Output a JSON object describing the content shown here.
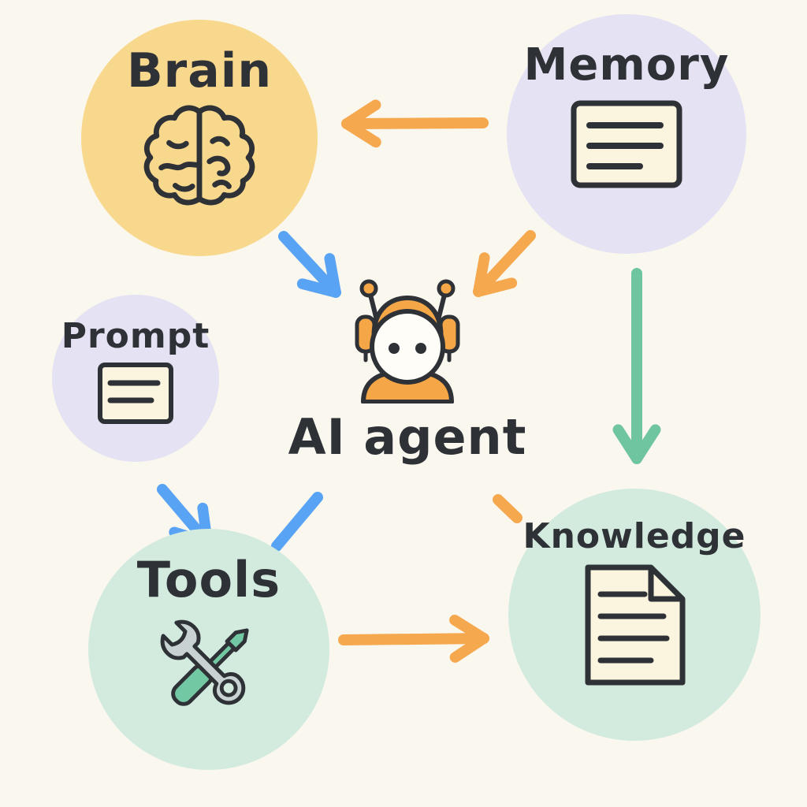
{
  "diagram": {
    "center_label": "AI agent",
    "nodes": {
      "brain": {
        "label": "Brain",
        "shape": "circle",
        "fill": "yellow",
        "icon": "brain-icon"
      },
      "memory": {
        "label": "Memory",
        "shape": "circle",
        "fill": "lavender",
        "icon": "memory-card-icon"
      },
      "prompt": {
        "label": "Prompt",
        "shape": "circle",
        "fill": "lavender",
        "icon": "prompt-card-icon"
      },
      "tools": {
        "label": "Tools",
        "shape": "circle",
        "fill": "mint",
        "icon": "wrench-screwdriver-icon"
      },
      "knowledge": {
        "label": "Knowledge",
        "shape": "circle",
        "fill": "mint",
        "icon": "document-icon"
      },
      "agent": {
        "label": "AI agent",
        "shape": "none",
        "icon": "robot-icon"
      }
    },
    "edges": [
      {
        "from": "memory",
        "to": "brain",
        "color": "orange",
        "arrowhead": true
      },
      {
        "from": "brain",
        "to": "agent",
        "color": "blue",
        "arrowhead": true
      },
      {
        "from": "memory",
        "to": "agent",
        "color": "orange",
        "arrowhead": true
      },
      {
        "from": "memory",
        "to": "knowledge",
        "color": "green",
        "arrowhead": true
      },
      {
        "from": "prompt",
        "to": "tools",
        "color": "blue",
        "arrowhead": true
      },
      {
        "from": "tools",
        "to": "agent",
        "color": "blue",
        "arrowhead": false
      },
      {
        "from": "agent",
        "to": "knowledge",
        "color": "orange",
        "arrowhead": false
      },
      {
        "from": "tools",
        "to": "knowledge",
        "color": "orange",
        "arrowhead": true
      }
    ]
  },
  "colors": {
    "background": "#faf7ef",
    "node_yellow": "#f8d88c",
    "node_lavender": "#e5e2f4",
    "node_mint": "#d3ebdf",
    "arrow_orange": "#f5a84e",
    "arrow_blue": "#58a3f3",
    "arrow_green": "#6fc59e",
    "outline_dark": "#2e3136",
    "card_cream": "#fbf4de",
    "wrench_gray": "#c9d2d2",
    "screwdriver_green": "#72c8a2",
    "robot_orange": "#f5a647",
    "face_white": "#fefdf7"
  }
}
